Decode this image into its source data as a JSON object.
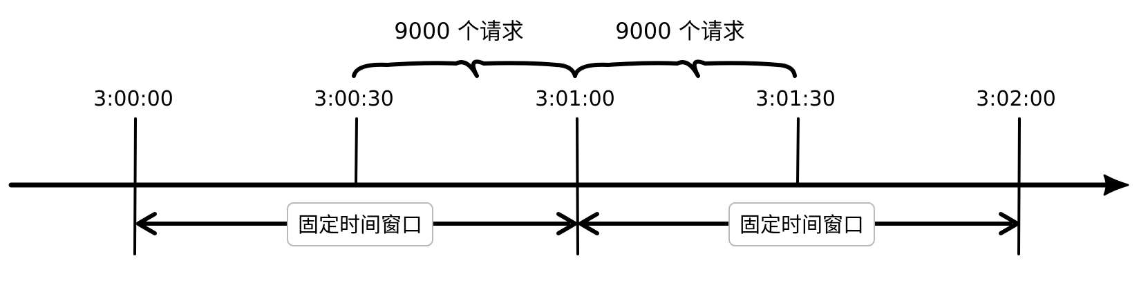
{
  "timeline": {
    "ticks": [
      "3:00:00",
      "3:00:30",
      "3:01:00",
      "3:01:30",
      "3:02:00"
    ]
  },
  "braces": [
    {
      "label": "9000 个请求"
    },
    {
      "label": "9000 个请求"
    }
  ],
  "windows": [
    {
      "label": "固定时间窗口"
    },
    {
      "label": "固定时间窗口"
    }
  ],
  "colors": {
    "stroke": "#000000",
    "box_border": "#b9b9b9",
    "background": "#ffffff"
  }
}
